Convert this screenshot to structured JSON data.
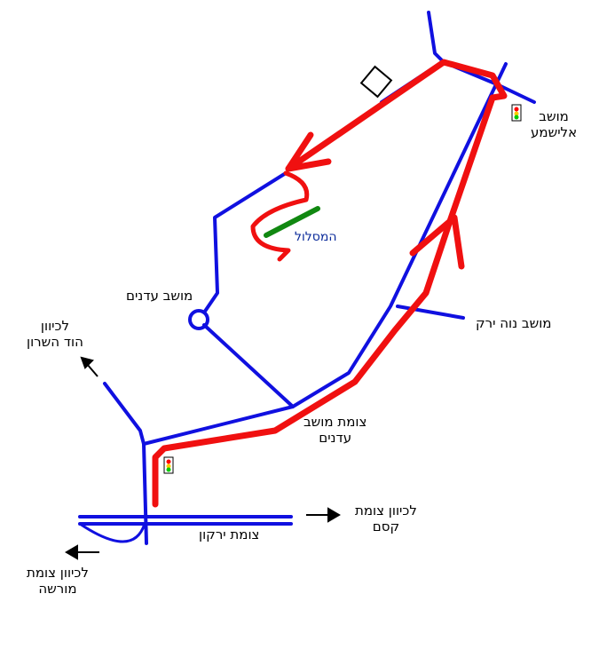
{
  "colors": {
    "road": "#1010e0",
    "route": "#f01010",
    "track": "#118811",
    "text": "#000000"
  },
  "labels": {
    "elishama": [
      "מושב",
      "אלישמע"
    ],
    "track": "המסלול",
    "edanim": "מושב עדנים",
    "hod_hasharon": [
      "לכיוון",
      "הוד השרון"
    ],
    "neve_yarak": "מושב נוה ירק",
    "edanim_junction": [
      "צומת מושב",
      "עדנים"
    ],
    "kesem": [
      "לכיוון צומת",
      "קסם"
    ],
    "yarkon_junction": "צומת ירקון",
    "morasha": [
      "לכיוון צומת",
      "מורשה"
    ]
  }
}
